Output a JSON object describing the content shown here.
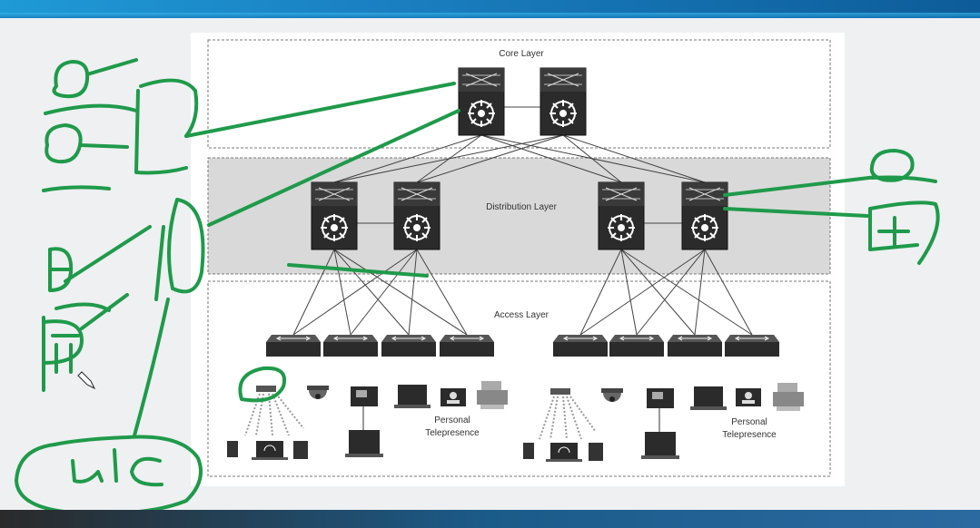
{
  "layers": {
    "core": "Core Layer",
    "distribution": "Distribution Layer",
    "access": "Access Layer"
  },
  "endpoints": {
    "telepresence_left_line1": "Personal",
    "telepresence_left_line2": "Telepresence",
    "telepresence_right_line1": "Personal",
    "telepresence_right_line2": "Telepresence"
  },
  "colors": {
    "annotation_green": "#1f9a4a",
    "device_dark": "#2b2b2b",
    "distribution_band": "#d9d9d9",
    "accent_blue": "#1a86c9"
  }
}
